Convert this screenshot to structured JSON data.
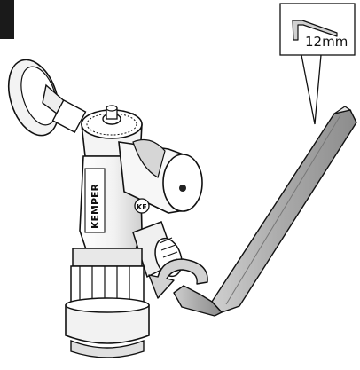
{
  "tool_callout": {
    "size_label": "12mm",
    "icon": "hex-key-icon"
  },
  "illustration": {
    "device_brand": "KEMPER",
    "device_mark": "KE",
    "rotation_arrow": "counterclockwise-arrow-icon"
  },
  "colors": {
    "outline": "#111111",
    "tool_fill": "#b9b9b9",
    "tool_shadow": "#8a8a8a",
    "arrow_fill": "#c8c8c8",
    "device_shade": "#d8d8d8"
  }
}
